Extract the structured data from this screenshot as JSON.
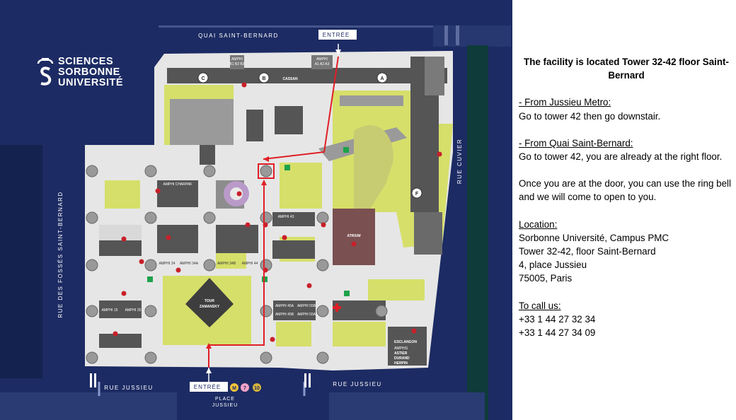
{
  "logo": {
    "line1": "SCIENCES",
    "line2": "SORBONNE",
    "line3": "UNIVERSITÉ"
  },
  "streets": {
    "quai": "QUAI SAINT-BERNARD",
    "fosses": "RUE DES FOSSÉS SAINT-BERNARD",
    "cuvier": "RUE CUVIER",
    "jussieu_left": "RUE JUSSIEU",
    "jussieu_right": "RUE JUSSIEU",
    "place_line1": "PLACE",
    "place_line2": "JUSSIEU"
  },
  "entrances": {
    "top": "ENTRÉE",
    "bottom": "ENTRÉE"
  },
  "metro": {
    "m": "M",
    "line7": "7",
    "line10": "10"
  },
  "buildings": {
    "C": "C",
    "B": "B",
    "A": "A",
    "F": "F",
    "cassan": "CASSAN",
    "amphi_b_title": "AMPHI",
    "amphi_b_lines": "B1 B2 B3",
    "amphi_a_title": "AMPHI",
    "amphi_a_lines": "A1 A2 A3",
    "charpak": "AMPHI CHARPAK",
    "atrium": "ATRIUM",
    "tour_line1": "TOUR",
    "tour_line2": "ZAMANSKY",
    "amphi_43": "AMPHI 43",
    "amphi_24": "AMPHI 24",
    "amphi_34a": "AMPHI 34A",
    "amphi_34b": "AMPHI 34B",
    "amphi_44": "AMPHI 44",
    "amphi_15": "AMPHI 15",
    "amphi_25": "AMPHI 25",
    "amphi_45a": "AMPHI 45A",
    "amphi_55b": "AMPHI 55B",
    "amphi_45b": "AMPHI 45B",
    "amphi_55a": "AMPHI 55A",
    "esclangon": "ESCLANGON",
    "esclangon_amphis": "AMPHIS",
    "astier": "ASTIER",
    "durand": "DURAND",
    "herpin": "HERPIN"
  },
  "colors": {
    "background": "#1c2b63",
    "campus": "#e6e6e6",
    "building": "#555555",
    "green": "#d6df6a",
    "route": "#e01e25",
    "marker": "#c8202a"
  },
  "info": {
    "heading": "The facility is located Tower 32-42 floor Saint-Bernard",
    "from_metro_title": "- From Jussieu Metro:",
    "from_metro_text": "Go to tower 42 then go downstair.",
    "from_quai_title": "- From Quai Saint-Bernard:",
    "from_quai_text": "Go to tower 42, you are already at the right floor.",
    "door_text": "Once you are at the door, you can use the ring bell and we will come to open to you.",
    "location_title": "Location:",
    "location_lines": [
      "Sorbonne Université, Campus PMC",
      "Tower 32-42, floor Saint-Bernard",
      "4, place Jussieu",
      "75005, Paris"
    ],
    "call_title": "To call us:",
    "phones": [
      "+33 1 44 27 32 34",
      "+33 1 44 27 34 09"
    ]
  }
}
